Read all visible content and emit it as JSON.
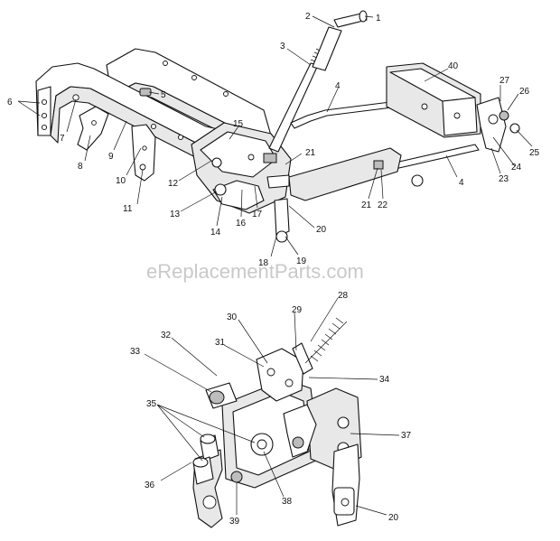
{
  "watermark": "eReplacementParts.com",
  "labels": [
    {
      "id": "l1",
      "text": "1"
    },
    {
      "id": "l2",
      "text": "2"
    },
    {
      "id": "l3",
      "text": "3"
    },
    {
      "id": "l4a",
      "text": "4"
    },
    {
      "id": "l4b",
      "text": "4"
    },
    {
      "id": "l5",
      "text": "5"
    },
    {
      "id": "l6",
      "text": "6"
    },
    {
      "id": "l7",
      "text": "7"
    },
    {
      "id": "l8",
      "text": "8"
    },
    {
      "id": "l9",
      "text": "9"
    },
    {
      "id": "l10",
      "text": "10"
    },
    {
      "id": "l11",
      "text": "11"
    },
    {
      "id": "l12",
      "text": "12"
    },
    {
      "id": "l13",
      "text": "13"
    },
    {
      "id": "l14",
      "text": "14"
    },
    {
      "id": "l15",
      "text": "15"
    },
    {
      "id": "l16",
      "text": "16"
    },
    {
      "id": "l17",
      "text": "17"
    },
    {
      "id": "l18",
      "text": "18"
    },
    {
      "id": "l19",
      "text": "19"
    },
    {
      "id": "l20a",
      "text": "20"
    },
    {
      "id": "l20b",
      "text": "20"
    },
    {
      "id": "l21a",
      "text": "21"
    },
    {
      "id": "l21b",
      "text": "21"
    },
    {
      "id": "l22",
      "text": "22"
    },
    {
      "id": "l23",
      "text": "23"
    },
    {
      "id": "l24",
      "text": "24"
    },
    {
      "id": "l25",
      "text": "25"
    },
    {
      "id": "l26",
      "text": "26"
    },
    {
      "id": "l27",
      "text": "27"
    },
    {
      "id": "l28",
      "text": "28"
    },
    {
      "id": "l29",
      "text": "29"
    },
    {
      "id": "l30",
      "text": "30"
    },
    {
      "id": "l31",
      "text": "31"
    },
    {
      "id": "l32",
      "text": "32"
    },
    {
      "id": "l33",
      "text": "33"
    },
    {
      "id": "l34",
      "text": "34"
    },
    {
      "id": "l35",
      "text": "35"
    },
    {
      "id": "l36",
      "text": "36"
    },
    {
      "id": "l37",
      "text": "37"
    },
    {
      "id": "l38",
      "text": "38"
    },
    {
      "id": "l39",
      "text": "39"
    },
    {
      "id": "l40",
      "text": "40"
    }
  ]
}
